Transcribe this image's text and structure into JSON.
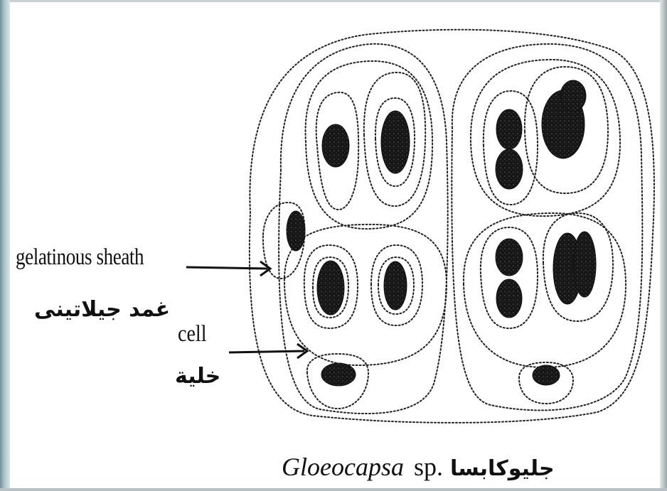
{
  "labels": {
    "sheath_en": "gelatinous sheath",
    "sheath_ar": "غمد جيلاتينى",
    "cell_en": "cell",
    "cell_ar": "خلية"
  },
  "caption": {
    "genus": "Gloeocapsa",
    "species": "sp.",
    "arabic": "جليوكابسا"
  },
  "colors": {
    "ink": "#111111",
    "cell_fill": "#1a1a1a",
    "background": "#ffffff"
  }
}
